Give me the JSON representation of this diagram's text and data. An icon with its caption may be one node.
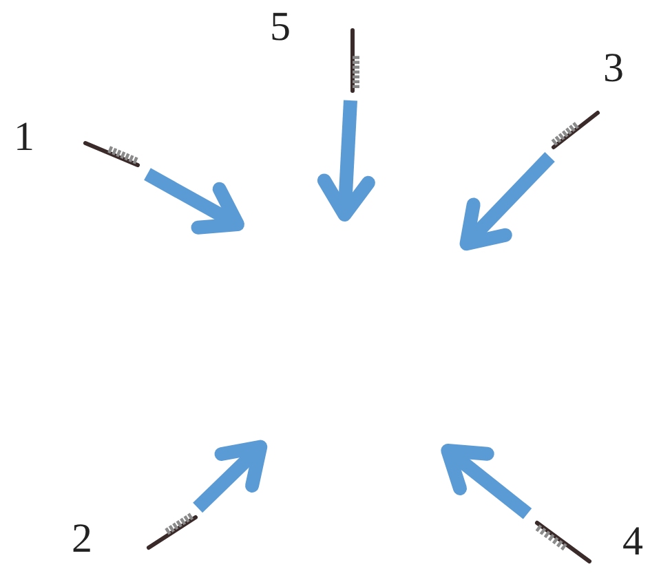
{
  "diagram": {
    "nodes": [
      {
        "text": [],
        "shape": "picture",
        "beside": [
          "5"
        ]
      },
      {
        "text": [],
        "shape": "picture",
        "beside": [
          "3"
        ]
      },
      {
        "text": [],
        "shape": "picture",
        "beside": [
          "1"
        ]
      },
      {
        "text": [],
        "shape": "picture",
        "beside": [
          "2"
        ]
      },
      {
        "text": [],
        "shape": "picture",
        "beside": [
          "4"
        ]
      }
    ],
    "edges": [
      {
        "from": 0,
        "to": null,
        "arrow": "to"
      },
      {
        "from": 1,
        "to": null,
        "arrow": "to"
      },
      {
        "from": 2,
        "to": null,
        "arrow": "to"
      },
      {
        "from": 3,
        "to": null,
        "arrow": "to"
      },
      {
        "from": 4,
        "to": null,
        "arrow": "to"
      }
    ]
  }
}
